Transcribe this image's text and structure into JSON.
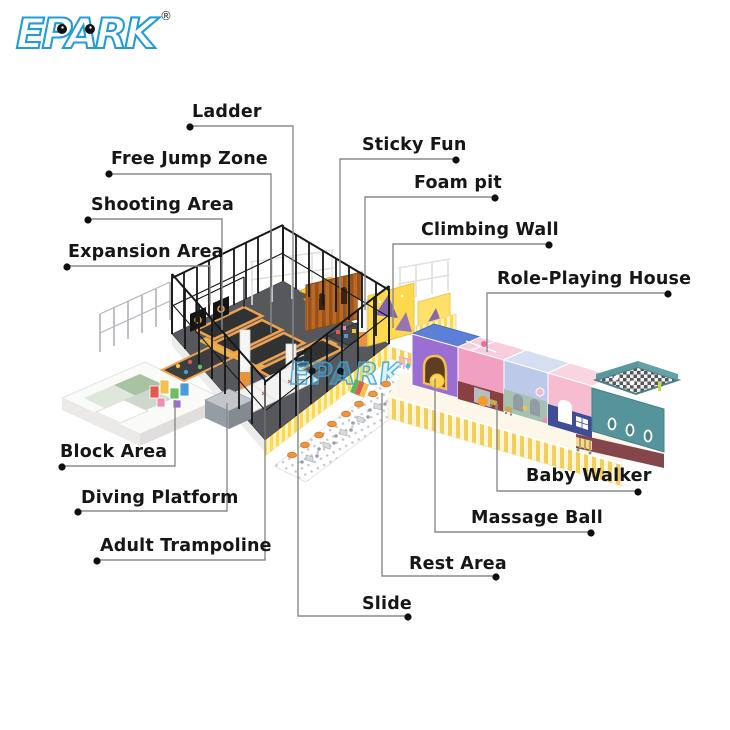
{
  "logo": {
    "text": "EPARK",
    "registered": "®",
    "brand_color": "#1f9cd9",
    "eye_color": "#111111"
  },
  "watermark": {
    "text": "EPARK",
    "color": "#2fa8e0"
  },
  "callout_style": {
    "line_color": "#8a8a8a",
    "dot_color": "#0f0f0f",
    "text_color": "#161616"
  },
  "callouts": {
    "ladder": "Ladder",
    "free_jump_zone": "Free Jump Zone",
    "shooting_area": "Shooting Area",
    "expansion_area": "Expansion Area",
    "sticky_fun": "Sticky Fun",
    "foam_pit": "Foam pit",
    "climbing_wall": "Climbing Wall",
    "role_playing_house": "Role-Playing House",
    "block_area": "Block Area",
    "diving_platform": "Diving Platform",
    "adult_trampoline": "Adult Trampoline",
    "baby_walker": "Baby Walker",
    "massage_ball": "Massage Ball",
    "rest_area": "Rest Area",
    "slide": "Slide"
  }
}
